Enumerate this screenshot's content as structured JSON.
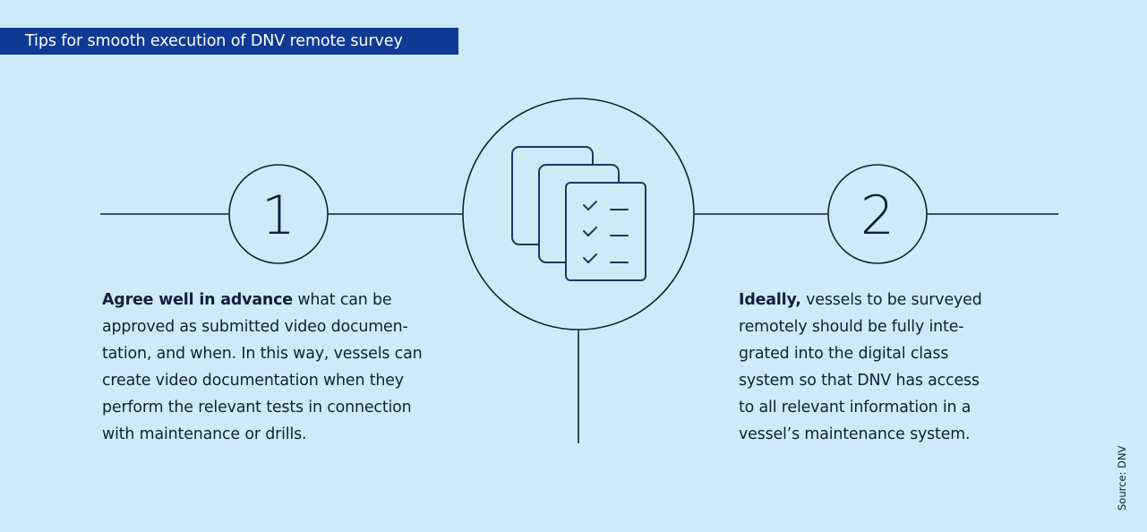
{
  "header": {
    "title": "Tips for smooth execution of DNV remote survey"
  },
  "colors": {
    "background": "#cdebf7",
    "banner": "#0f3a94",
    "ink": "#0f1f3d",
    "icon_stroke": "#1c3766"
  },
  "steps": [
    {
      "number": "1",
      "bold_lead": "Agree well in advance",
      "lines": [
        " what can be",
        "approved as submitted video documen-",
        "tation, and when. In this way, vessels can",
        "create video documentation when they",
        "perform the relevant tests in connection",
        "with maintenance or drills."
      ]
    },
    {
      "number": "2",
      "bold_lead": "Ideally,",
      "lines": [
        " vessels to be surveyed",
        "remotely should be fully inte-",
        "grated into the digital class",
        "system so that DNV has access",
        "to all relevant information in a",
        "vessel’s maintenance system."
      ]
    }
  ],
  "center_icon": "checklist-documents-icon",
  "source": "Source: DNV"
}
